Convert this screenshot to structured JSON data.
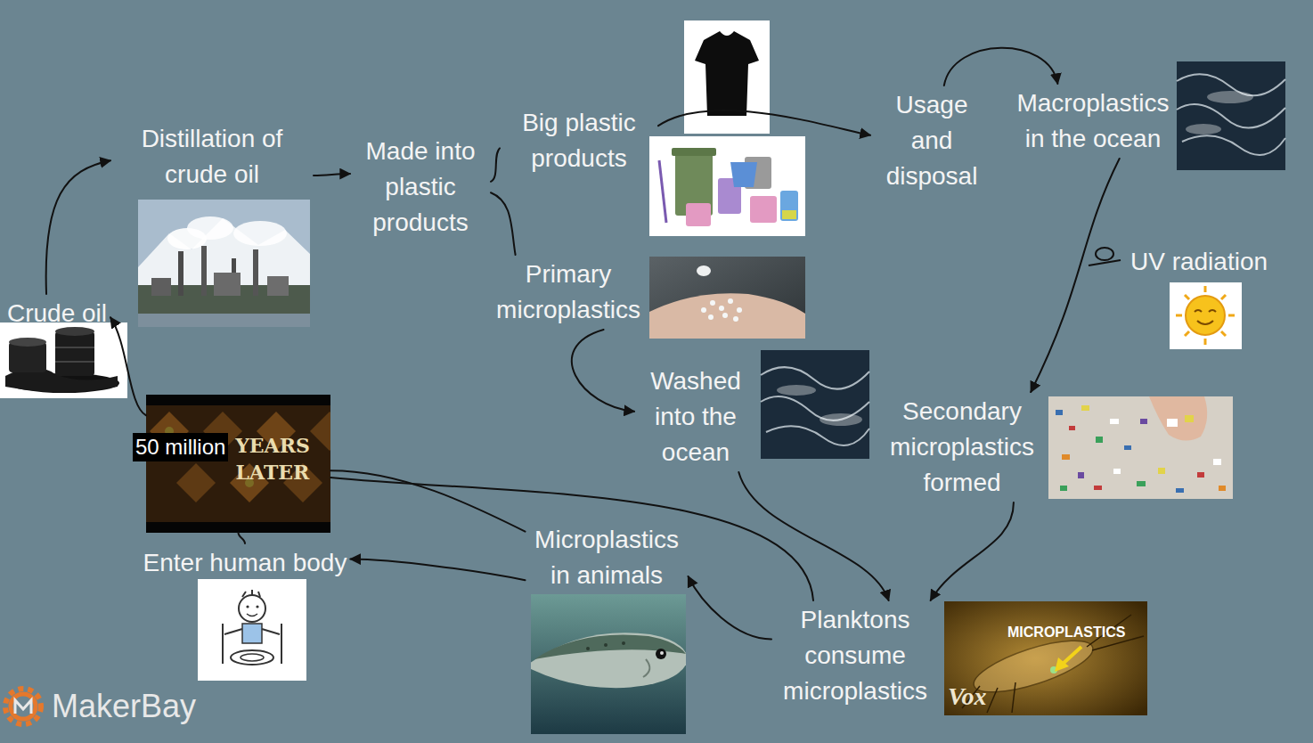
{
  "diagram": {
    "nodes": [
      {
        "text": [
          "Crude oil"
        ]
      },
      {
        "text": [
          "Distillation of crude oil"
        ]
      },
      {
        "text": [
          "Made into plastic products"
        ]
      },
      {
        "text": [
          "Big plastic products"
        ]
      },
      {
        "text": [
          "Primary microplastics"
        ]
      },
      {
        "text": [
          "Usage and disposal"
        ]
      },
      {
        "text": [
          "Macroplastics in the ocean"
        ]
      },
      {
        "text": [
          "UV radiation"
        ]
      },
      {
        "text": [
          "Washed into the ocean"
        ]
      },
      {
        "text": [
          "Secondary microplastics formed"
        ]
      },
      {
        "text": [
          "50 million",
          "YEARS LATER"
        ]
      },
      {
        "text": [
          "Enter human body"
        ]
      },
      {
        "text": [
          "Microplastics in animals"
        ]
      },
      {
        "text": [
          "Planktons consume microplastics"
        ]
      }
    ],
    "edges": [
      {
        "from": 10,
        "to": 0,
        "arrow": "to"
      },
      {
        "from": 0,
        "to": 1,
        "arrow": "to"
      },
      {
        "from": 1,
        "to": 2,
        "arrow": "to"
      },
      {
        "from": 2,
        "to": 3,
        "arrow": "none"
      },
      {
        "from": 2,
        "to": 4,
        "arrow": "none"
      },
      {
        "from": 3,
        "to": 5,
        "arrow": "to"
      },
      {
        "from": 5,
        "to": 6,
        "arrow": "to"
      },
      {
        "from": 6,
        "to": 9,
        "arrow": "to"
      },
      {
        "from": 4,
        "to": 8,
        "arrow": "to"
      },
      {
        "from": 8,
        "to": 13,
        "arrow": "to"
      },
      {
        "from": 9,
        "to": 13,
        "arrow": "to"
      },
      {
        "from": 13,
        "to": 12,
        "arrow": "to"
      },
      {
        "from": 12,
        "to": 11,
        "arrow": "to"
      },
      {
        "from": 11,
        "to": 10,
        "arrow": "none"
      },
      {
        "from": 12,
        "to": 10,
        "arrow": "none"
      },
      {
        "from": 13,
        "to": 10,
        "arrow": "none"
      }
    ],
    "labels": [
      "MICROPLASTICS",
      "Vox",
      "MakerBay"
    ]
  }
}
